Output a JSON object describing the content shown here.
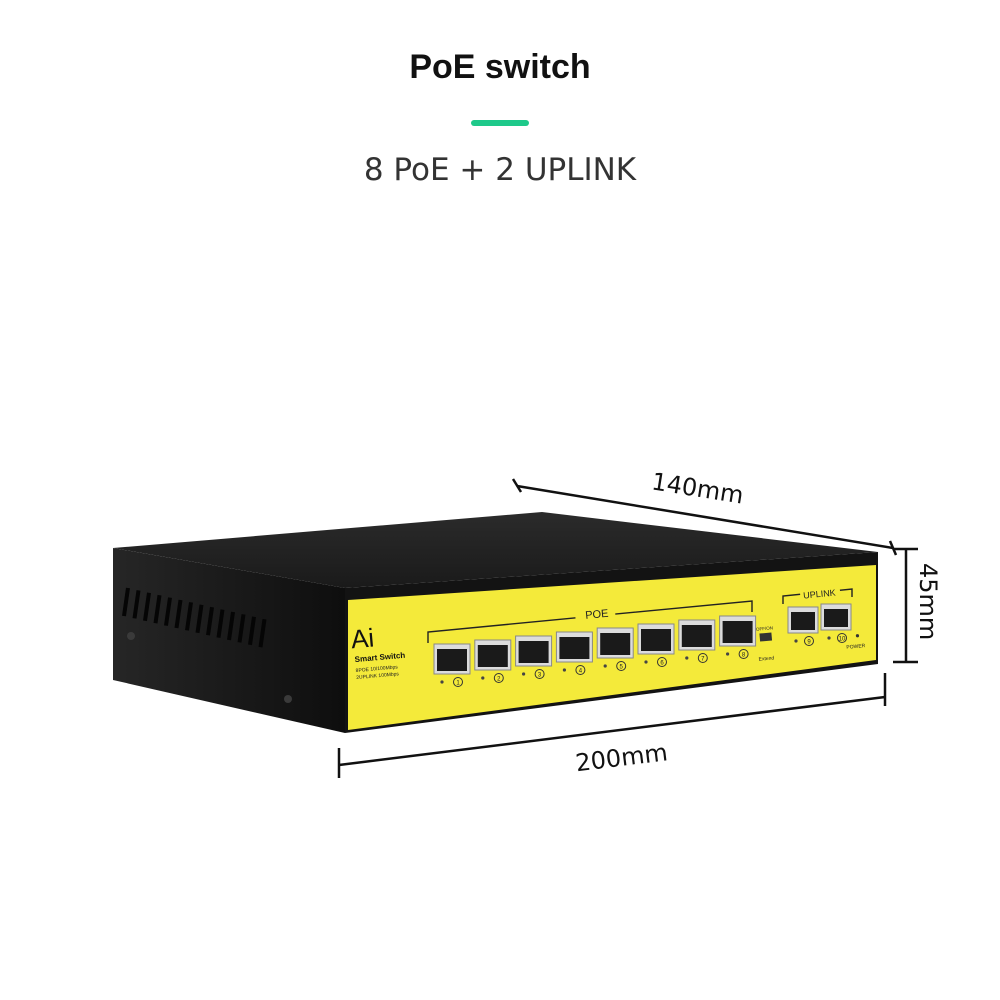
{
  "header": {
    "title": "PoE switch",
    "subtitle": "8 PoE + 2 UPLINK"
  },
  "colors": {
    "accent": "#1ec98a",
    "panel_yellow": "#f4ea3a",
    "body_black": "#141414"
  },
  "dimensions": {
    "depth": "140mm",
    "width": "200mm",
    "height": "45mm"
  },
  "device": {
    "brand": "Ai",
    "model": "Smart Switch",
    "spec_line_1": "8POE 10/100Mbps",
    "spec_line_2": "2UPLINK 100Mbps",
    "poe_group_label": "POE",
    "uplink_group_label": "UPLINK",
    "switch_label": "OFF/ON",
    "extend_label": "Extend",
    "power_label": "POWER",
    "port_numbers": [
      "1",
      "2",
      "3",
      "4",
      "5",
      "6",
      "7",
      "8",
      "9",
      "10"
    ]
  }
}
